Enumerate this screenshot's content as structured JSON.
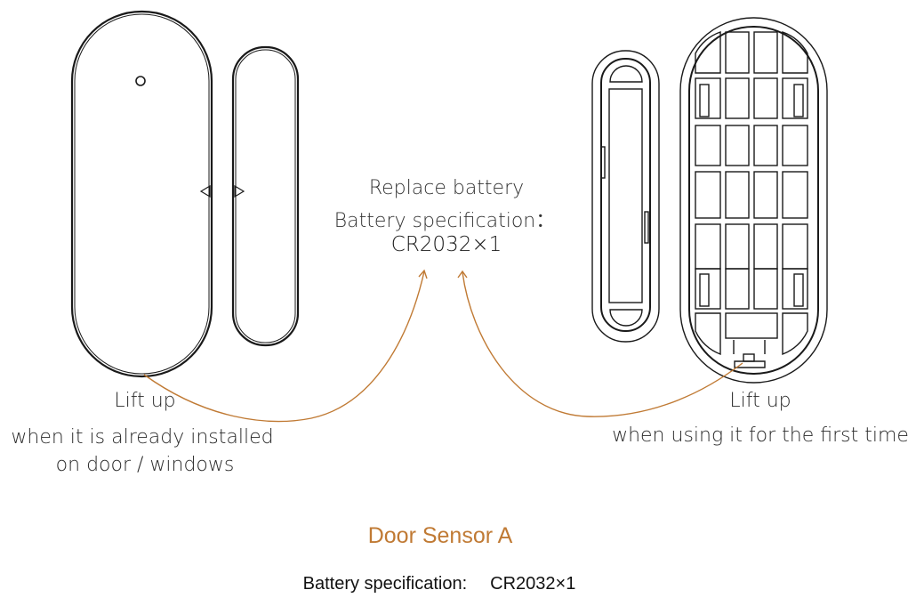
{
  "center_note": {
    "line1": "Replace battery",
    "line2": "Battery specification：",
    "line3": "CR2032×1"
  },
  "left_note": {
    "action": "Lift up",
    "desc_line1": "when it is already installed",
    "desc_line2": "on door / windows"
  },
  "right_note": {
    "action": "Lift up",
    "desc": "when using it for the first time"
  },
  "title": "Door Sensor A",
  "footer": {
    "label": "Battery specification:",
    "value": "CR2032×1"
  },
  "colors": {
    "accent": "#c07a34",
    "line": "#1a1a1a"
  }
}
